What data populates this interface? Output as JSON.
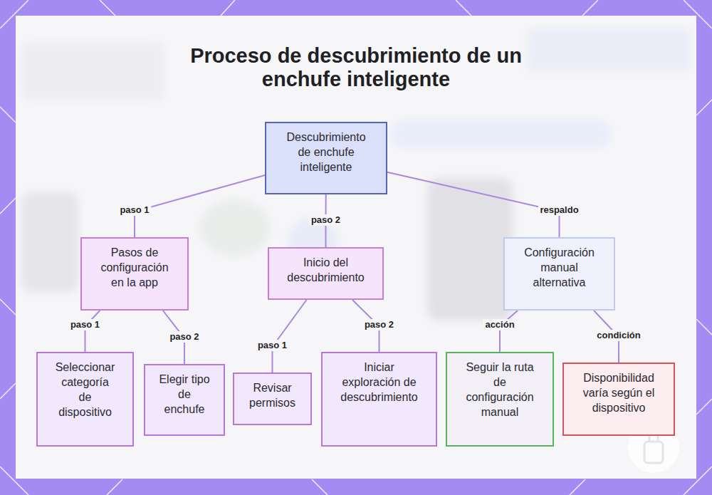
{
  "diagram": {
    "title": "Proceso de descubrimiento de un enchufe inteligente",
    "nodes": [
      {
        "text": [
          "Descubrimiento de enchufe inteligente"
        ]
      },
      {
        "text": [
          "Pasos de configuración en la app"
        ]
      },
      {
        "text": [
          "Inicio del descubrimiento"
        ]
      },
      {
        "text": [
          "Configuración manual alternativa"
        ]
      },
      {
        "text": [
          "Seleccionar categoría de dispositivo"
        ]
      },
      {
        "text": [
          "Elegir tipo de enchufe"
        ]
      },
      {
        "text": [
          "Revisar permisos"
        ]
      },
      {
        "text": [
          "Iniciar exploración de descubrimiento"
        ]
      },
      {
        "text": [
          "Seguir la ruta de configuración manual"
        ]
      },
      {
        "text": [
          "Disponibilidad varía según el dispositivo"
        ]
      }
    ],
    "edges": [
      {
        "from": 0,
        "to": 1,
        "arrow": "none",
        "label": "paso 1"
      },
      {
        "from": 0,
        "to": 2,
        "arrow": "none",
        "label": "paso 2"
      },
      {
        "from": 0,
        "to": 3,
        "arrow": "none",
        "label": "respaldo"
      },
      {
        "from": 1,
        "to": 4,
        "arrow": "none",
        "label": "paso 1"
      },
      {
        "from": 1,
        "to": 5,
        "arrow": "none",
        "label": "paso 2"
      },
      {
        "from": 2,
        "to": 6,
        "arrow": "none",
        "label": "paso 1"
      },
      {
        "from": 2,
        "to": 7,
        "arrow": "none",
        "label": "paso 2"
      },
      {
        "from": 3,
        "to": 8,
        "arrow": "none",
        "label": "acción"
      },
      {
        "from": 3,
        "to": 9,
        "arrow": "none",
        "label": "condición"
      }
    ]
  }
}
